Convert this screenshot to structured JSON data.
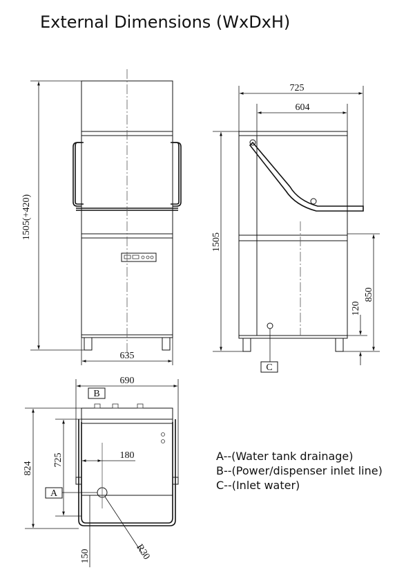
{
  "title": "External Dimensions (WxDxH)",
  "dimensions": {
    "front_height": "1505(+420)",
    "front_width": "635",
    "side_depth": "725",
    "side_inner_depth": "604",
    "side_height": "1505",
    "side_table_height": "850",
    "side_inlet_height": "120",
    "top_width": "690",
    "top_depth_outer": "824",
    "top_depth": "725",
    "top_offset": "180",
    "drain_offset": "150",
    "drain_radius": "R30"
  },
  "markers": {
    "a": "A",
    "b": "B",
    "c": "C"
  },
  "legend": [
    "A--(Water tank drainage)",
    "B--(Power/dispenser inlet line)",
    "C--(Inlet  water)"
  ]
}
